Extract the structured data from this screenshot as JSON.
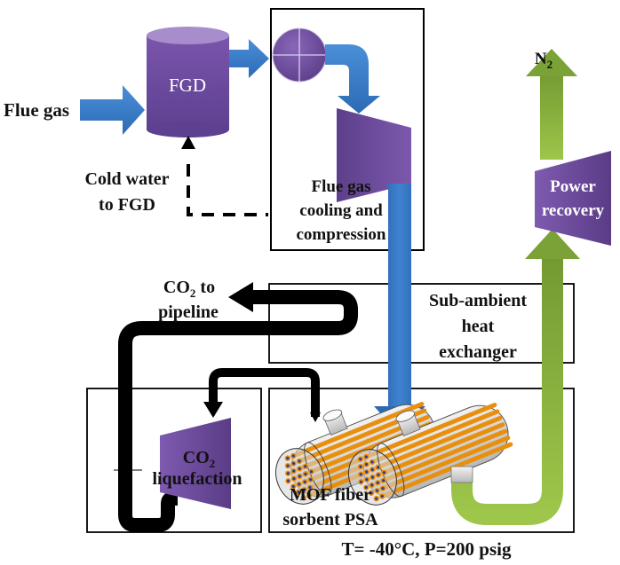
{
  "diagram": {
    "title": "MOF fiber sorbent PSA CO2 capture process flow",
    "colors": {
      "flue_gas_stream": "#3a7cc7",
      "n2_stream": "#8ab43c",
      "co2_stream": "#000000",
      "equipment": "#6a4a9c",
      "fiber": "#e8900e",
      "fiber_dots": "#2a3a9a",
      "vessel_shell": "#d8d8d8"
    },
    "labels": {
      "flue_gas": "Flue gas",
      "fgd": "FGD",
      "cold_water_line1": "Cold water",
      "cold_water_line2": "to FGD",
      "cooling_line1": "Flue gas",
      "cooling_line2": "cooling and",
      "cooling_line3": "compression",
      "n2": "N",
      "n2_sub": "2",
      "power_line1": "Power",
      "power_line2": "recovery",
      "co2_pipeline_co": "CO",
      "co2_pipeline_sub": "2",
      "co2_pipeline_to": " to",
      "co2_pipeline_line2": "pipeline",
      "hx_line1": "Sub-ambient",
      "hx_line2": "heat",
      "hx_line3": "exchanger",
      "liq_co": "CO",
      "liq_sub": "2",
      "liq_line2": "liquefaction",
      "psa_line1": "MOF fiber",
      "psa_line2": "sorbent PSA",
      "conditions": "T= -40°C, P=200 psig"
    }
  }
}
